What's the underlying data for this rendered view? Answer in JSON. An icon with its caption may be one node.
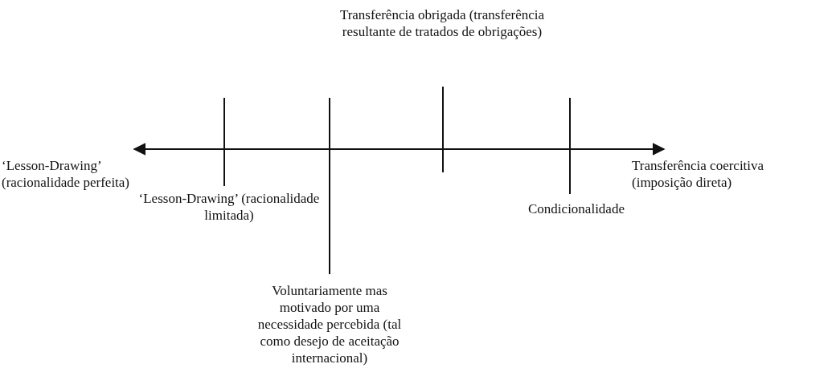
{
  "diagram": {
    "labels": [
      "Transferência obrigada (transferência resultante de tratados de obrigações)",
      "‘Lesson-Drawing’ (racionalidade perfeita)",
      "Transferência coercitiva (imposição direta)",
      "‘Lesson-Drawing’ (racionalidade limitada)",
      "Condicionalidade",
      "Voluntariamente mas motivado por uma necessidade percebida (tal como desejo de aceitação internacional)"
    ]
  }
}
